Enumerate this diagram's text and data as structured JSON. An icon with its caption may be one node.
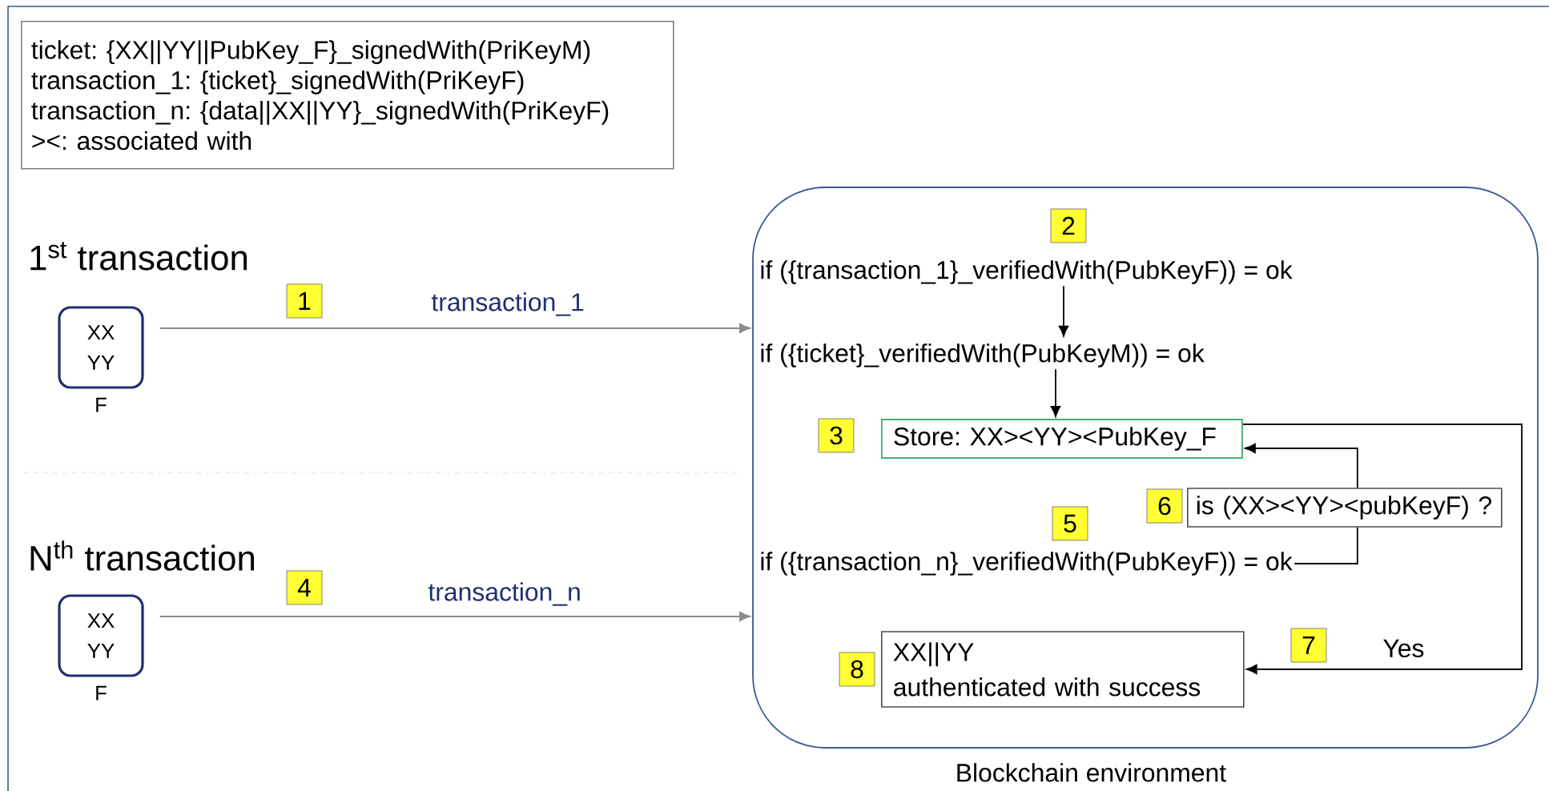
{
  "diagram": {
    "nodes": [
      {
        "text": [
          "ticket: {XX||YY||PubKey_F}_signedWith(PriKeyM)",
          "transaction_1: {ticket}_signedWith(PriKeyF)",
          "transaction_n: {data||XX||YY}_signedWith(PriKeyF)",
          "><: associated with"
        ]
      },
      {
        "text": [
          "1"
        ]
      },
      {
        "text": [
          "XX YY"
        ],
        "beside": [
          "F"
        ]
      },
      {
        "text": [
          "4"
        ]
      },
      {
        "text": [
          "XX YY"
        ],
        "beside": [
          "F"
        ]
      },
      {
        "text": [
          "Blockchain environment"
        ]
      },
      {
        "text": [
          "2"
        ],
        "in": 5
      },
      {
        "text": [
          "if ({transaction_1}_verifiedWith(PubKeyF)) = ok"
        ],
        "in": 5
      },
      {
        "text": [
          "if ({ticket}_verifiedWith(PubKeyM)) = ok"
        ],
        "in": 5
      },
      {
        "text": [
          "3"
        ],
        "in": 5
      },
      {
        "text": [
          "Store: XX><YY><PubKey_F"
        ],
        "in": 5
      },
      {
        "text": [
          "6"
        ],
        "in": 5
      },
      {
        "text": [
          "is (XX><YY><pubKeyF) ?"
        ],
        "in": 5
      },
      {
        "text": [
          "5"
        ],
        "in": 5
      },
      {
        "text": [
          "if ({transaction_n}_verifiedWith(PubKeyF)) = ok"
        ],
        "in": 5
      },
      {
        "text": [
          "7"
        ],
        "in": 5
      },
      {
        "text": [
          "8"
        ],
        "in": 5
      },
      {
        "text": [
          "XX||YY",
          "authenticated with success"
        ],
        "in": 5
      }
    ],
    "edges": [
      {
        "from": 2,
        "to": 5,
        "arrow": "to",
        "label": "transaction_1",
        "color": "#8c8c8c"
      },
      {
        "from": 4,
        "to": 5,
        "arrow": "to",
        "label": "transaction_n",
        "color": "#8c8c8c"
      },
      {
        "from": 7,
        "to": 8,
        "arrow": "to"
      },
      {
        "from": 8,
        "to": 10,
        "arrow": "to"
      },
      {
        "from": 14,
        "to": 12,
        "arrow": "none"
      },
      {
        "from": 12,
        "to": 10,
        "arrow": "to"
      },
      {
        "from": 10,
        "to": 17,
        "arrow": "to",
        "label": "Yes"
      }
    ],
    "labels": [
      "1$^{st}$ transaction",
      "N$^{th}$ transaction"
    ]
  }
}
